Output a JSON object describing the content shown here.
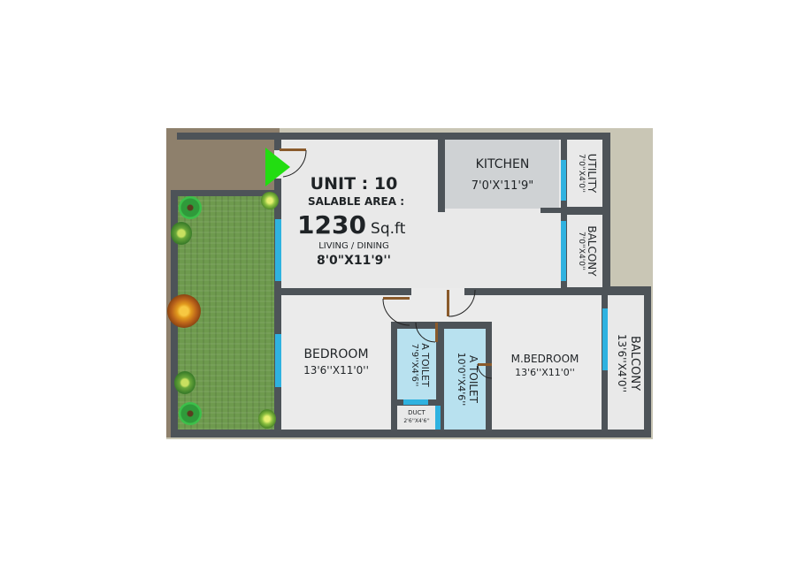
{
  "unit": {
    "title": "UNIT : 10",
    "salable_label": "SALABLE AREA :",
    "area_value": "1230",
    "area_unit": "Sq.ft"
  },
  "rooms": {
    "living": {
      "name": "LIVING / DINING",
      "size": "8'0\"X11'9''"
    },
    "kitchen": {
      "name": "KITCHEN",
      "size": "7'0'X'11'9\""
    },
    "utility": {
      "name": "UTILITY",
      "size": "7'0''X4'0''"
    },
    "balcony1": {
      "name": "BALCONY",
      "size": "7'0''X4'0''"
    },
    "bedroom": {
      "name": "BEDROOM",
      "size": "13'6''X11'0''"
    },
    "toilet1": {
      "name": "A TOILET",
      "size": "7'9''X4'6''"
    },
    "toilet2": {
      "name": "A TOILET",
      "size": "10'0''X4'6''"
    },
    "duct": {
      "name": "DUCT",
      "size": "2'6''X4'6''"
    },
    "master_bedroom": {
      "name": "M.BEDROOM",
      "size": "13'6''X11'0''"
    },
    "balcony2": {
      "name": "BALCONY",
      "size": "13'6''X4'0''"
    }
  },
  "colors": {
    "wall": "#4d5358",
    "window": "#2fb2e0",
    "door": "#8a5a2b",
    "toilet_floor": "#b8e1ef",
    "grass": "#6e9a4e",
    "entry_marker": "#22dd11"
  },
  "icons": {
    "entry_marker": "green-triangle-entry-arrow",
    "plants": [
      "shrub",
      "shrub",
      "flower-bush",
      "shrub",
      "shrub",
      "shrub"
    ]
  }
}
